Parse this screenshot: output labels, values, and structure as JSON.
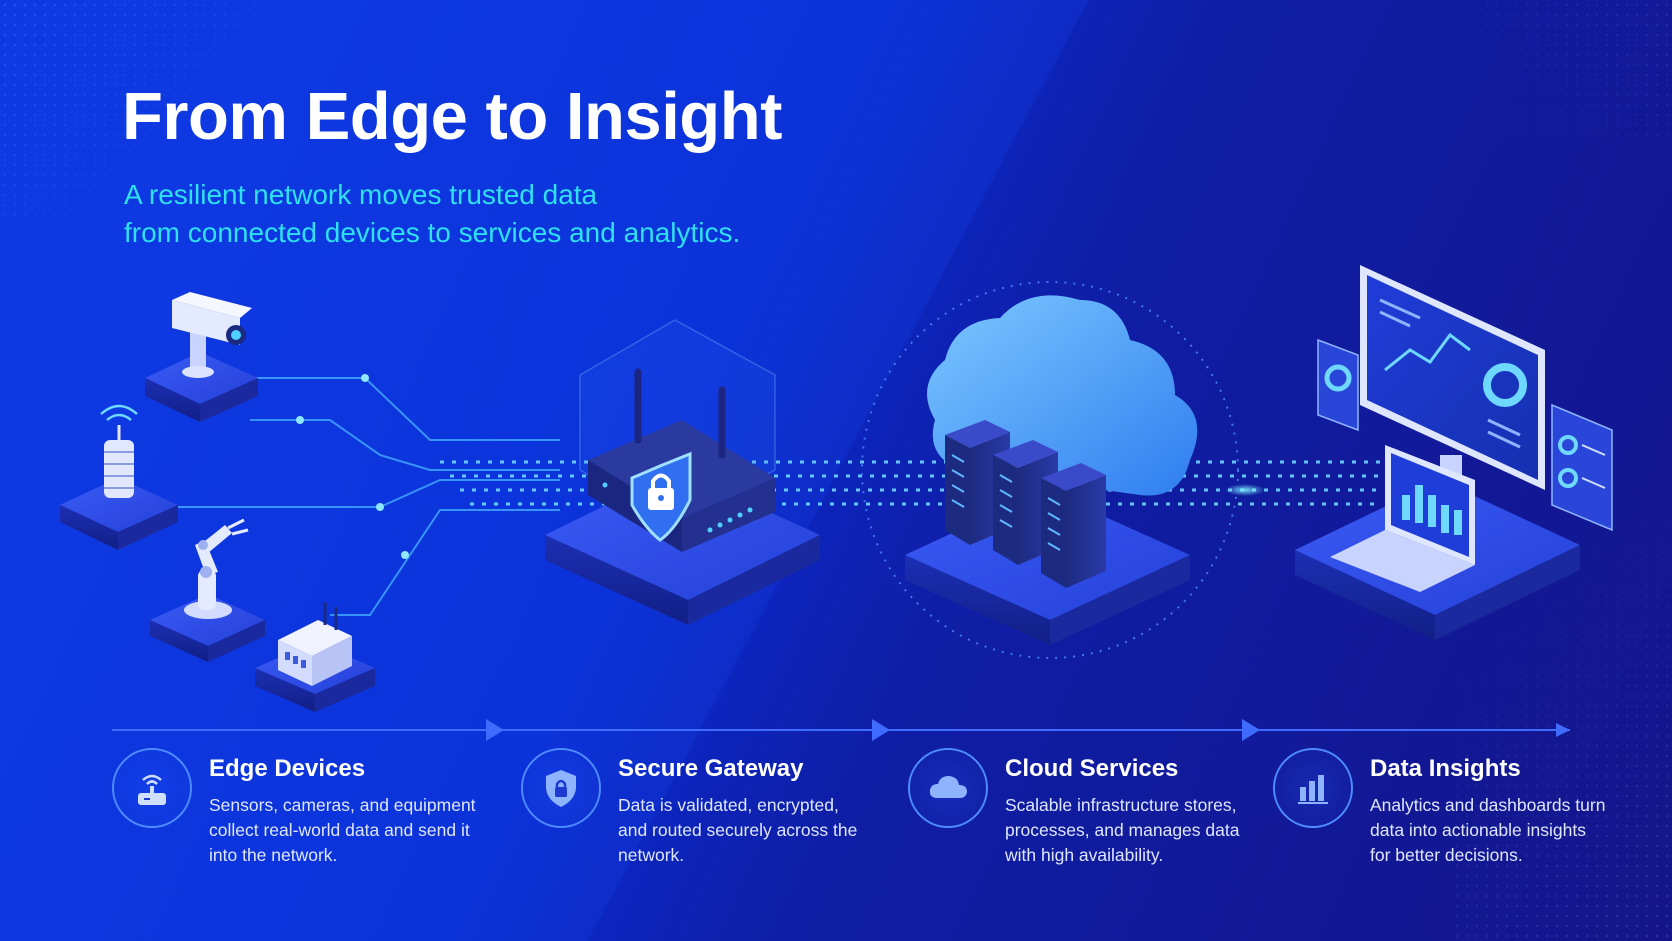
{
  "hero": {
    "title": "From Edge to Insight",
    "subtitle_lines": [
      "A resilient network moves trusted data",
      "from connected devices to services and analytics."
    ]
  },
  "colors": {
    "background_left": "#0b2fd6",
    "background_right": "#14158a",
    "accent_cyan": "#2ee0f0",
    "accent_blue": "#4d8cff",
    "text_white": "#ffffff"
  },
  "stages": [
    {
      "icon": "router-icon",
      "title": "Edge Devices",
      "desc_lines": [
        "Sensors, cameras, and equipment",
        "collect real-world data and send it",
        "into the network."
      ]
    },
    {
      "icon": "shield-lock-icon",
      "title": "Secure Gateway",
      "desc_lines": [
        "Data is validated, encrypted,",
        "and routed securely across the",
        "network."
      ]
    },
    {
      "icon": "cloud-icon",
      "title": "Cloud Services",
      "desc_lines": [
        "Scalable infrastructure stores,",
        "processes, and manages data",
        "with high availability."
      ]
    },
    {
      "icon": "bar-chart-icon",
      "title": "Data Insights",
      "desc_lines": [
        "Analytics and dashboards turn",
        "data into actionable insights",
        "for better decisions."
      ]
    }
  ],
  "illustration": {
    "edge_devices": [
      "security-camera-icon",
      "antenna-sensor-icon",
      "robot-arm-icon",
      "iot-gateway-box-icon"
    ],
    "gateway": "router-with-shield-icon",
    "cloud": [
      "cloud-icon",
      "server-rack-icon",
      "server-rack-icon",
      "server-rack-icon"
    ],
    "insights": [
      "monitor-dashboard-icon",
      "laptop-chart-icon",
      "donut-chart-panel-icon",
      "donut-list-panel-icon"
    ]
  }
}
